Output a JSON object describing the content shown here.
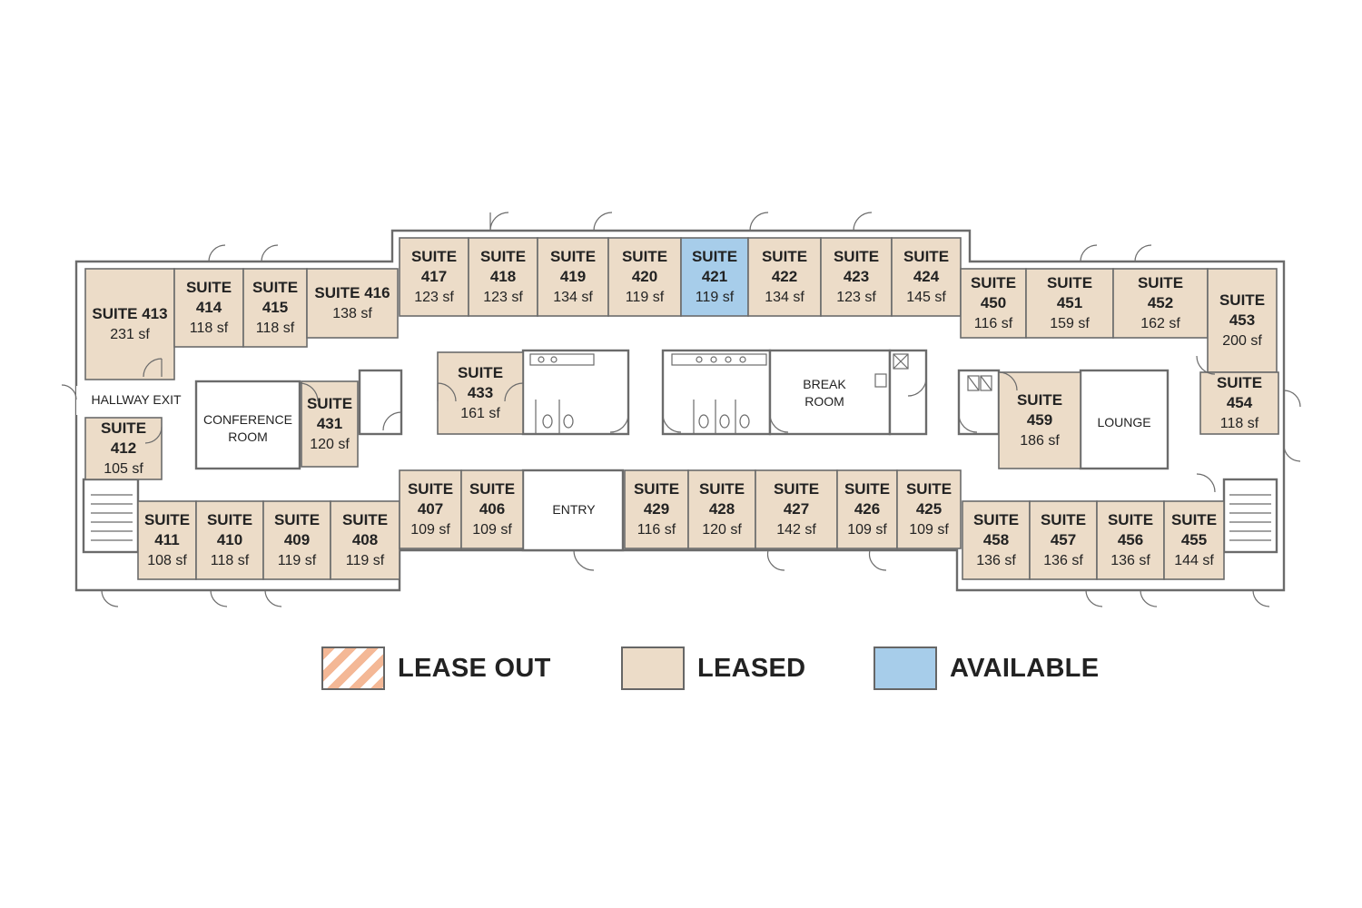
{
  "colors": {
    "leased": "#ecdcc8",
    "available": "#a7cdea",
    "lease_out_a": "#f4b896",
    "lease_out_b": "#ffffff"
  },
  "suites": [
    {
      "num": "413",
      "area": "231 sf",
      "status": "leased"
    },
    {
      "num": "414",
      "area": "118 sf",
      "status": "leased"
    },
    {
      "num": "415",
      "area": "118 sf",
      "status": "leased"
    },
    {
      "num": "416",
      "area": "138 sf",
      "status": "leased"
    },
    {
      "num": "417",
      "area": "123 sf",
      "status": "leased"
    },
    {
      "num": "418",
      "area": "123 sf",
      "status": "leased"
    },
    {
      "num": "419",
      "area": "134 sf",
      "status": "leased"
    },
    {
      "num": "420",
      "area": "119 sf",
      "status": "leased"
    },
    {
      "num": "421",
      "area": "119 sf",
      "status": "available"
    },
    {
      "num": "422",
      "area": "134 sf",
      "status": "leased"
    },
    {
      "num": "423",
      "area": "123 sf",
      "status": "leased"
    },
    {
      "num": "424",
      "area": "145 sf",
      "status": "leased"
    },
    {
      "num": "450",
      "area": "116 sf",
      "status": "leased"
    },
    {
      "num": "451",
      "area": "159 sf",
      "status": "leased"
    },
    {
      "num": "452",
      "area": "162 sf",
      "status": "leased"
    },
    {
      "num": "453",
      "area": "200 sf",
      "status": "leased"
    },
    {
      "num": "454",
      "area": "118 sf",
      "status": "leased"
    },
    {
      "num": "412",
      "area": "105 sf",
      "status": "leased"
    },
    {
      "num": "431",
      "area": "120 sf",
      "status": "leased"
    },
    {
      "num": "433",
      "area": "161 sf",
      "status": "leased"
    },
    {
      "num": "459",
      "area": "186 sf",
      "status": "leased"
    },
    {
      "num": "411",
      "area": "108 sf",
      "status": "leased"
    },
    {
      "num": "410",
      "area": "118 sf",
      "status": "leased"
    },
    {
      "num": "409",
      "area": "119 sf",
      "status": "leased"
    },
    {
      "num": "408",
      "area": "119 sf",
      "status": "leased"
    },
    {
      "num": "407",
      "area": "109 sf",
      "status": "leased"
    },
    {
      "num": "406",
      "area": "109 sf",
      "status": "leased"
    },
    {
      "num": "429",
      "area": "116 sf",
      "status": "leased"
    },
    {
      "num": "428",
      "area": "120 sf",
      "status": "leased"
    },
    {
      "num": "427",
      "area": "142 sf",
      "status": "leased"
    },
    {
      "num": "426",
      "area": "109 sf",
      "status": "leased"
    },
    {
      "num": "425",
      "area": "109 sf",
      "status": "leased"
    },
    {
      "num": "458",
      "area": "136 sf",
      "status": "leased"
    },
    {
      "num": "457",
      "area": "136 sf",
      "status": "leased"
    },
    {
      "num": "456",
      "area": "136 sf",
      "status": "leased"
    },
    {
      "num": "455",
      "area": "144 sf",
      "status": "leased"
    }
  ],
  "suite_word": "SUITE",
  "rooms": {
    "conference": [
      "CONFERENCE",
      "ROOM"
    ],
    "break": [
      "BREAK",
      "ROOM"
    ],
    "lounge": "LOUNGE",
    "entry": "ENTRY",
    "hallway_exit": "HALLWAY EXIT"
  },
  "legend": {
    "lease_out": "LEASE OUT",
    "leased": "LEASED",
    "available": "AVAILABLE"
  }
}
